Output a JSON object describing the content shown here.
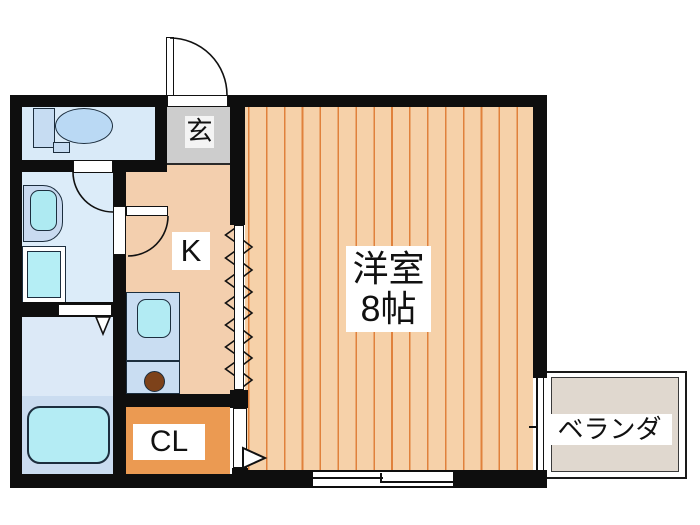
{
  "page": {
    "type": "apartment-floor-plan"
  },
  "rooms": {
    "entrance": {
      "label": "玄"
    },
    "kitchen": {
      "label": "K"
    },
    "closet": {
      "label": "CL"
    },
    "western_room": {
      "name": "洋室",
      "size": "8帖"
    },
    "balcony": {
      "label": "ベランダ"
    }
  },
  "colors": {
    "wall": "#0e0e0e",
    "wood_floor": "#f6d1a9",
    "wood_plank_line": "#e0813c",
    "kitchen_floor": "#f3cfae",
    "entrance_floor": "#cdcdcd",
    "closet_floor": "#eb9a52",
    "toilet_floor": "#d9eaf8",
    "washroom_floor": "#dcecf9",
    "bathroom_washing_floor": "#dce9f7",
    "bathroom_tub_floor": "#cadcf0",
    "balcony_floor": "#e0d8cf",
    "fixture_blue": "#c9daf0",
    "fixture_cyan": "#aeeaf2",
    "counter_blue": "#c9ddf2",
    "burner_brown": "#7d421a",
    "label_bg": "#ffffff"
  },
  "fixtures": [
    "toilet",
    "washbasin",
    "washing-machine-pan",
    "bathtub",
    "kitchen-counter",
    "kitchen-sink",
    "burner"
  ],
  "symbols": [
    "entrance-door-arc",
    "toilet-door-arc",
    "kitchen-door-arc",
    "accordion-door",
    "sliding-window",
    "balcony-window",
    "opening-arrow",
    "door-swing-arrow"
  ]
}
